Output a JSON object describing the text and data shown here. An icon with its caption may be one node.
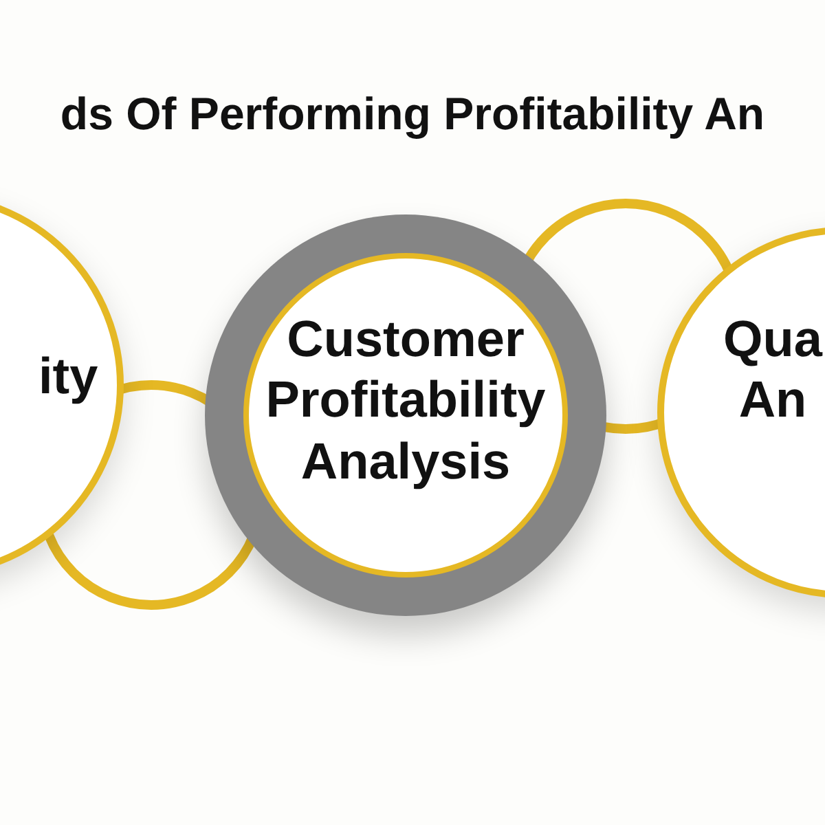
{
  "diagram": {
    "title": "ds Of Performing Profitability An",
    "nodes": [
      {
        "text": [
          "ity"
        ]
      },
      {
        "text": [
          "Customer Profitability Analysis"
        ]
      },
      {
        "text": [
          "Qua An"
        ]
      }
    ]
  }
}
